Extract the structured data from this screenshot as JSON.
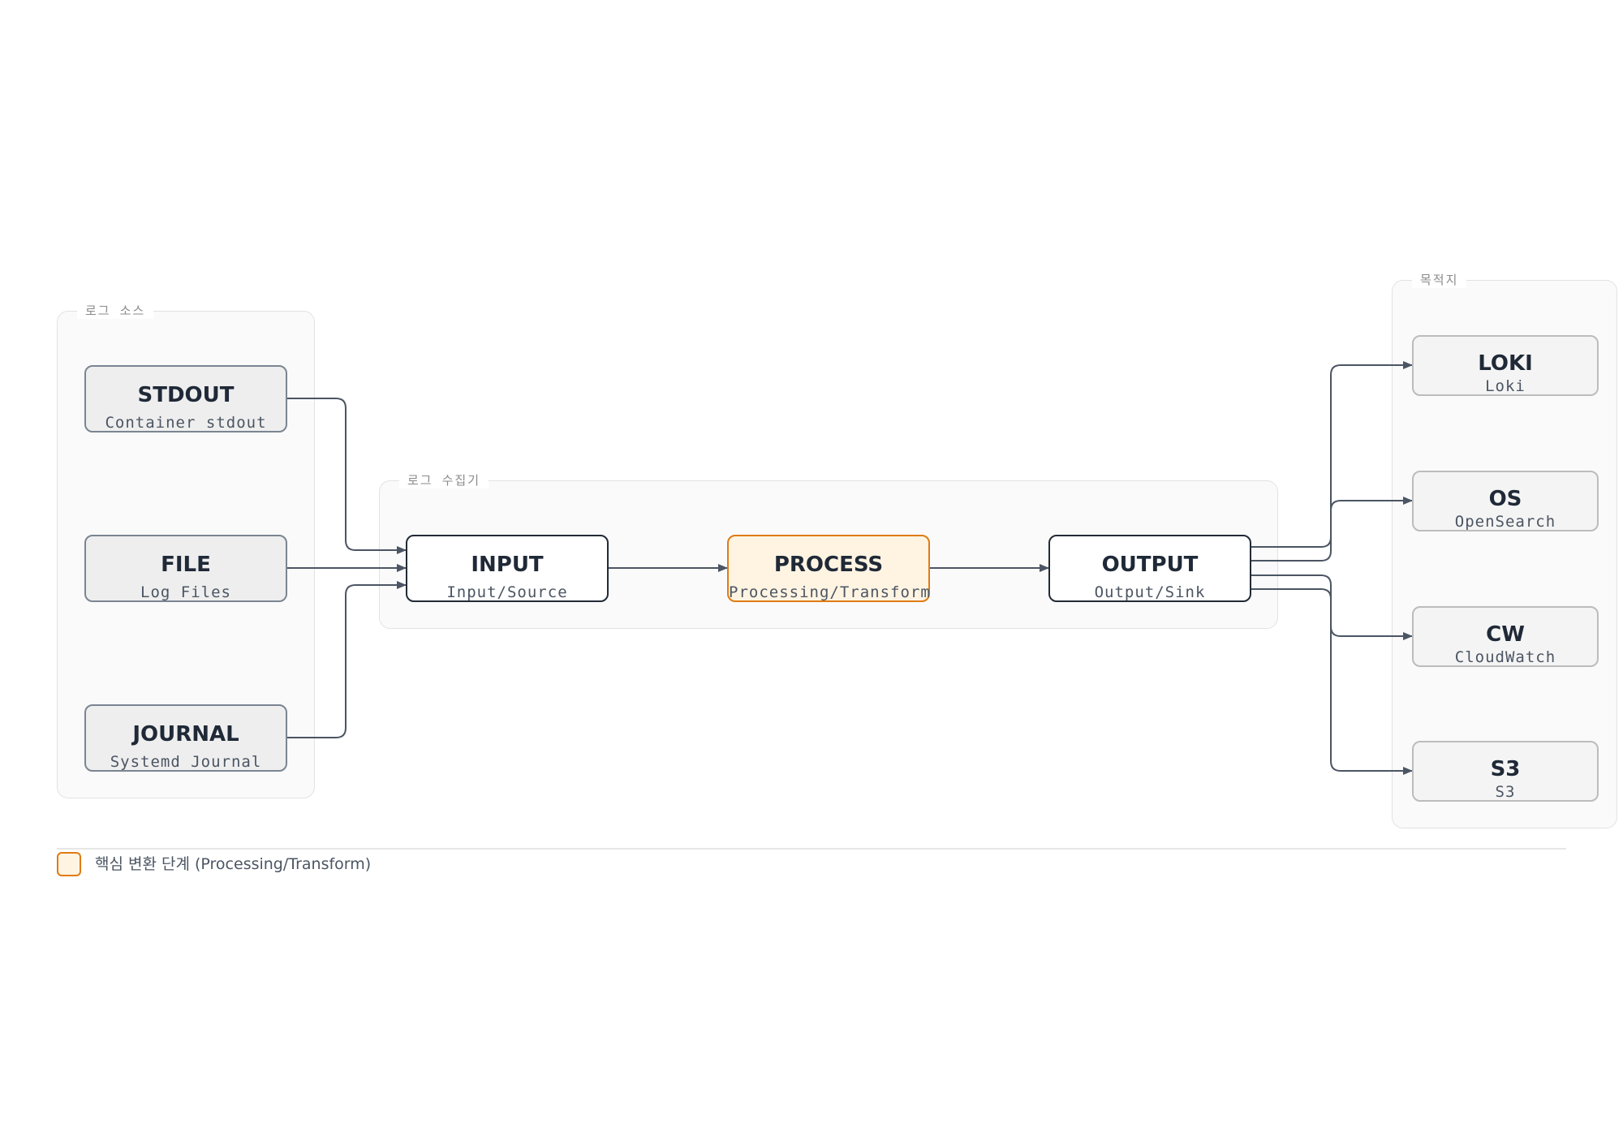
{
  "groups": {
    "sources": "로그 소스",
    "collector": "로그 수집기",
    "destinations": "목적지"
  },
  "nodes": {
    "stdout": {
      "title": "STDOUT",
      "sub": "Container stdout"
    },
    "file": {
      "title": "FILE",
      "sub": "Log Files"
    },
    "journal": {
      "title": "JOURNAL",
      "sub": "Systemd Journal"
    },
    "input": {
      "title": "INPUT",
      "sub": "Input/Source"
    },
    "process": {
      "title": "PROCESS",
      "sub": "Processing/Transform"
    },
    "output": {
      "title": "OUTPUT",
      "sub": "Output/Sink"
    },
    "loki": {
      "title": "LOKI",
      "sub": "Loki"
    },
    "os": {
      "title": "OS",
      "sub": "OpenSearch"
    },
    "cw": {
      "title": "CW",
      "sub": "CloudWatch"
    },
    "s3": {
      "title": "S3",
      "sub": "S3"
    }
  },
  "legend": {
    "label": "핵심 변환 단계 (Processing/Transform)"
  },
  "colors": {
    "highlight_fill": "#fff4e2",
    "highlight_border": "#e07b12",
    "edge": "#4b5563"
  }
}
